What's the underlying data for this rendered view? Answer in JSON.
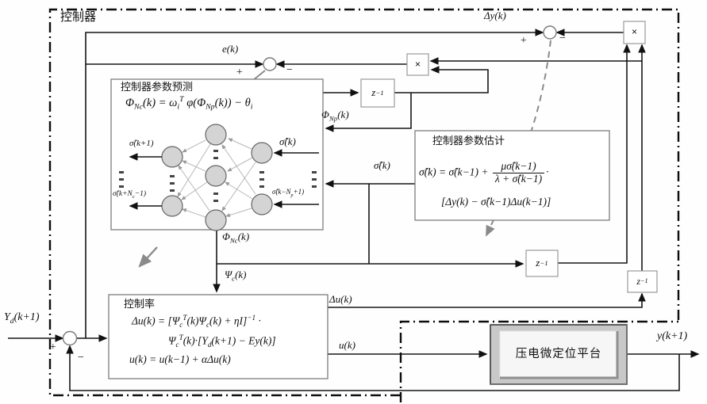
{
  "diagram": {
    "controller_region_label": "控制器",
    "signs": {
      "plus": "+",
      "minus": "−"
    },
    "signals": {
      "delta_y": "Δy(k)",
      "error": "e(k)",
      "phi_np": "Φ<sub>Np</sub>(k)",
      "phi_nc": "Φ<sub>Nc</sub>(k)",
      "sigma_hat": "σ̂(k)",
      "psi_c": "Ψ<sub>c</sub>(k)",
      "delta_u": "Δu(k)",
      "u": "u(k)",
      "y_d": "Y<sub>d</sub>(k+1)",
      "y_out": "y(k+1)"
    },
    "blocks": {
      "delay_label": "z<sup>−1</sup>",
      "multiply_label": "×",
      "prediction": {
        "title": "控制器参数预测",
        "formula": "Φ<sub>Nc</sub>(k) = ω<sub>i</sub><sup>T</sup> φ(Φ<sub>Np</sub>(k)) − θ<sub>i</sub>",
        "nn": {
          "out1": "σ̂(k+1)",
          "out2": "σ̂(k+N<sub>c</sub>−1)",
          "in1": "σ̂(k)",
          "in2": "σ̂(k−N<sub>p</sub>+1)"
        }
      },
      "estimation": {
        "title": "控制器参数估计",
        "f1_lead": "σ̂(k) = σ̂(k−1) + ",
        "f1_num": "μσ̂(k−1)",
        "f1_den": "λ + σ̂(k−1)",
        "f1_dot": "·",
        "f2": "[Δy(k) − σ̂(k−1)Δu(k−1)]"
      },
      "control_law": {
        "title": "控制率",
        "f1": "Δu(k) = [Ψ<sub>c</sub><sup>T</sup>(k)Ψ<sub>c</sub>(k) + ηI]<sup>−1</sup> ·",
        "f2": "Ψ<sub>c</sub><sup>T</sup>(k)·[Y<sub>d</sub>(k+1) − Ey(k)]",
        "f3": "u(k) = u(k−1) + αΔu(k)"
      },
      "plant": {
        "label": "压电微定位平台"
      }
    },
    "colors": {
      "wire": "#161616",
      "box_border": "#7d7d7d",
      "annotation_gray": "#8a8a8a",
      "node_fill": "#d4d4d4",
      "plant_frame": "#c8c8c8"
    }
  }
}
